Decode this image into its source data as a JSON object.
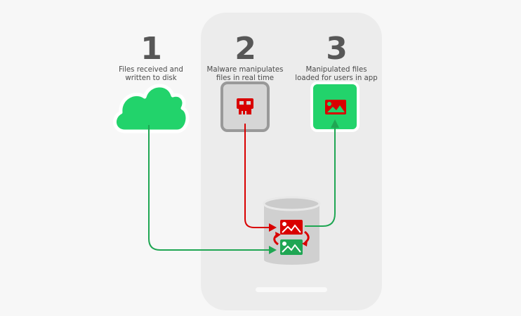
{
  "steps": [
    {
      "number": "1",
      "line1": "Files received and",
      "line2": "written to disk",
      "icon": "cloud-icon"
    },
    {
      "number": "2",
      "line1": "Malware manipulates",
      "line2": "files in real time",
      "icon": "skull-icon"
    },
    {
      "number": "3",
      "line1": "Manipulated files",
      "line2": "loaded for users in app",
      "icon": "image-icon"
    }
  ],
  "storage": {
    "icon": "database-icon",
    "files": [
      "manipulated-image-icon",
      "original-image-icon"
    ]
  },
  "colors": {
    "green": "#22d36b",
    "green_line": "#1fa653",
    "red": "#d90000",
    "gray_box": "#d6d6d6",
    "gray_border": "#999999",
    "phone_bg": "#ececec",
    "page_bg": "#f7f7f7"
  }
}
